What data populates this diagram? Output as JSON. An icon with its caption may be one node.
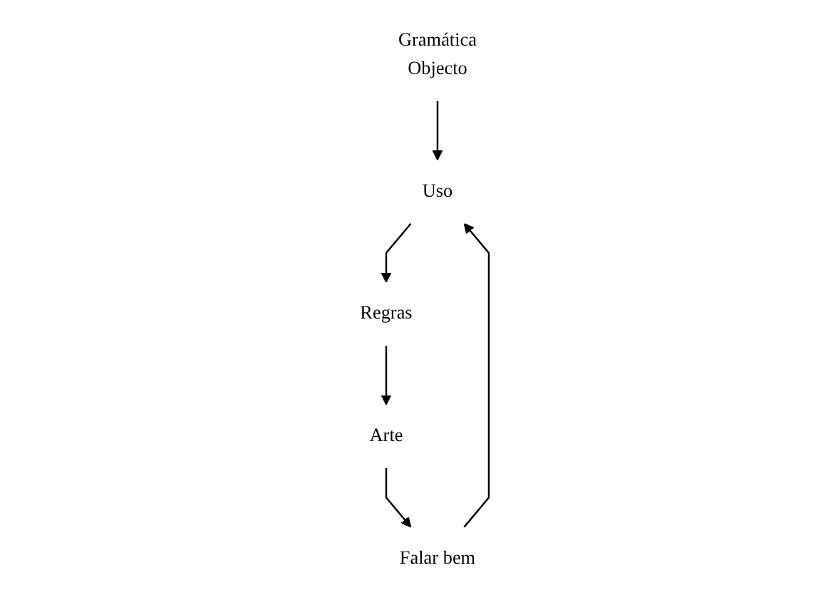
{
  "diagram": {
    "nodes": [
      {
        "text": [
          "Gramática",
          "Objecto"
        ]
      },
      {
        "text": [
          "Uso"
        ]
      },
      {
        "text": [
          "Regras"
        ]
      },
      {
        "text": [
          "Falar bem"
        ]
      },
      {
        "text": [
          "Arte"
        ]
      }
    ],
    "edges": [
      {
        "from": 0,
        "to": 1,
        "arrow": "to"
      },
      {
        "from": 1,
        "to": 2,
        "arrow": "to"
      },
      {
        "from": 2,
        "to": 4,
        "arrow": "to"
      },
      {
        "from": 4,
        "to": 3,
        "arrow": "to"
      },
      {
        "from": 3,
        "to": 1,
        "arrow": "to"
      }
    ]
  }
}
